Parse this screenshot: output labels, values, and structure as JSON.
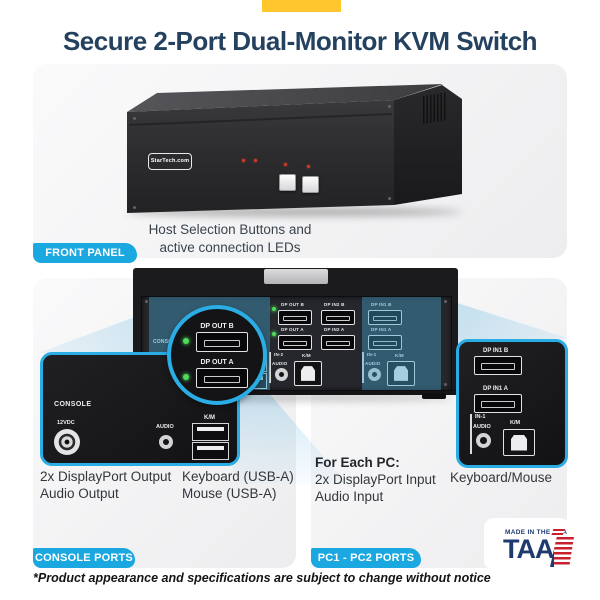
{
  "title": "Secure 2-Port Dual-Monitor KVM Switch",
  "brand": {
    "logo": "StarTech.com"
  },
  "colors": {
    "accent_blue": "#1ba7e0",
    "navy": "#24425f",
    "yellow": "#ffc62d",
    "taa_navy": "#1e3a6e",
    "taa_red": "#c8202f",
    "highlight_teal": "rgba(70,165,208,0.42)"
  },
  "front_section": {
    "label": "FRONT PANEL",
    "caption_line1": "Host Selection Buttons and",
    "caption_line2": "active connection LEDs"
  },
  "rear_panel": {
    "console_label": "CONSOLE",
    "console_km": "K/M",
    "row1": {
      "out_b": "DP OUT B",
      "in2_b": "DP IN2 B",
      "in1_b": "DP IN1 B"
    },
    "row2": {
      "out_a": "DP OUT A",
      "in2_a": "DP IN2 A",
      "in1_a": "DP IN1 A"
    },
    "pc2": {
      "in": "IN-2",
      "audio": "AUDIO",
      "km": "K/M"
    },
    "pc1": {
      "in": "IN-1",
      "audio": "AUDIO",
      "km": "K/M"
    }
  },
  "magnifier": {
    "dp_out_b": "DP OUT B",
    "dp_out_a": "DP OUT A"
  },
  "console_callout": {
    "console": "CONSOLE",
    "power": "12VDC",
    "audio": "AUDIO",
    "km": "K/M"
  },
  "pc_callout": {
    "dp_in1_b": "DP IN1 B",
    "dp_in1_a": "DP IN1 A",
    "in": "IN-1",
    "audio": "AUDIO",
    "km": "K/M"
  },
  "captions": {
    "console_video": "2x DisplayPort Output",
    "console_audio": "Audio Output",
    "console_kb": "Keyboard (USB-A)",
    "console_mouse": "Mouse (USB-A)",
    "pc_heading": "For Each PC:",
    "pc_video": "2x DisplayPort Input",
    "pc_audio": "Audio Input",
    "pc_km": "Keyboard/Mouse"
  },
  "section_labels": {
    "console": "CONSOLE PORTS",
    "pc": "PC1 - PC2 PORTS"
  },
  "taa": {
    "made": "MADE IN THE USA",
    "taa": "TAA"
  },
  "footer": "*Product appearance and specifications are subject to change without notice"
}
